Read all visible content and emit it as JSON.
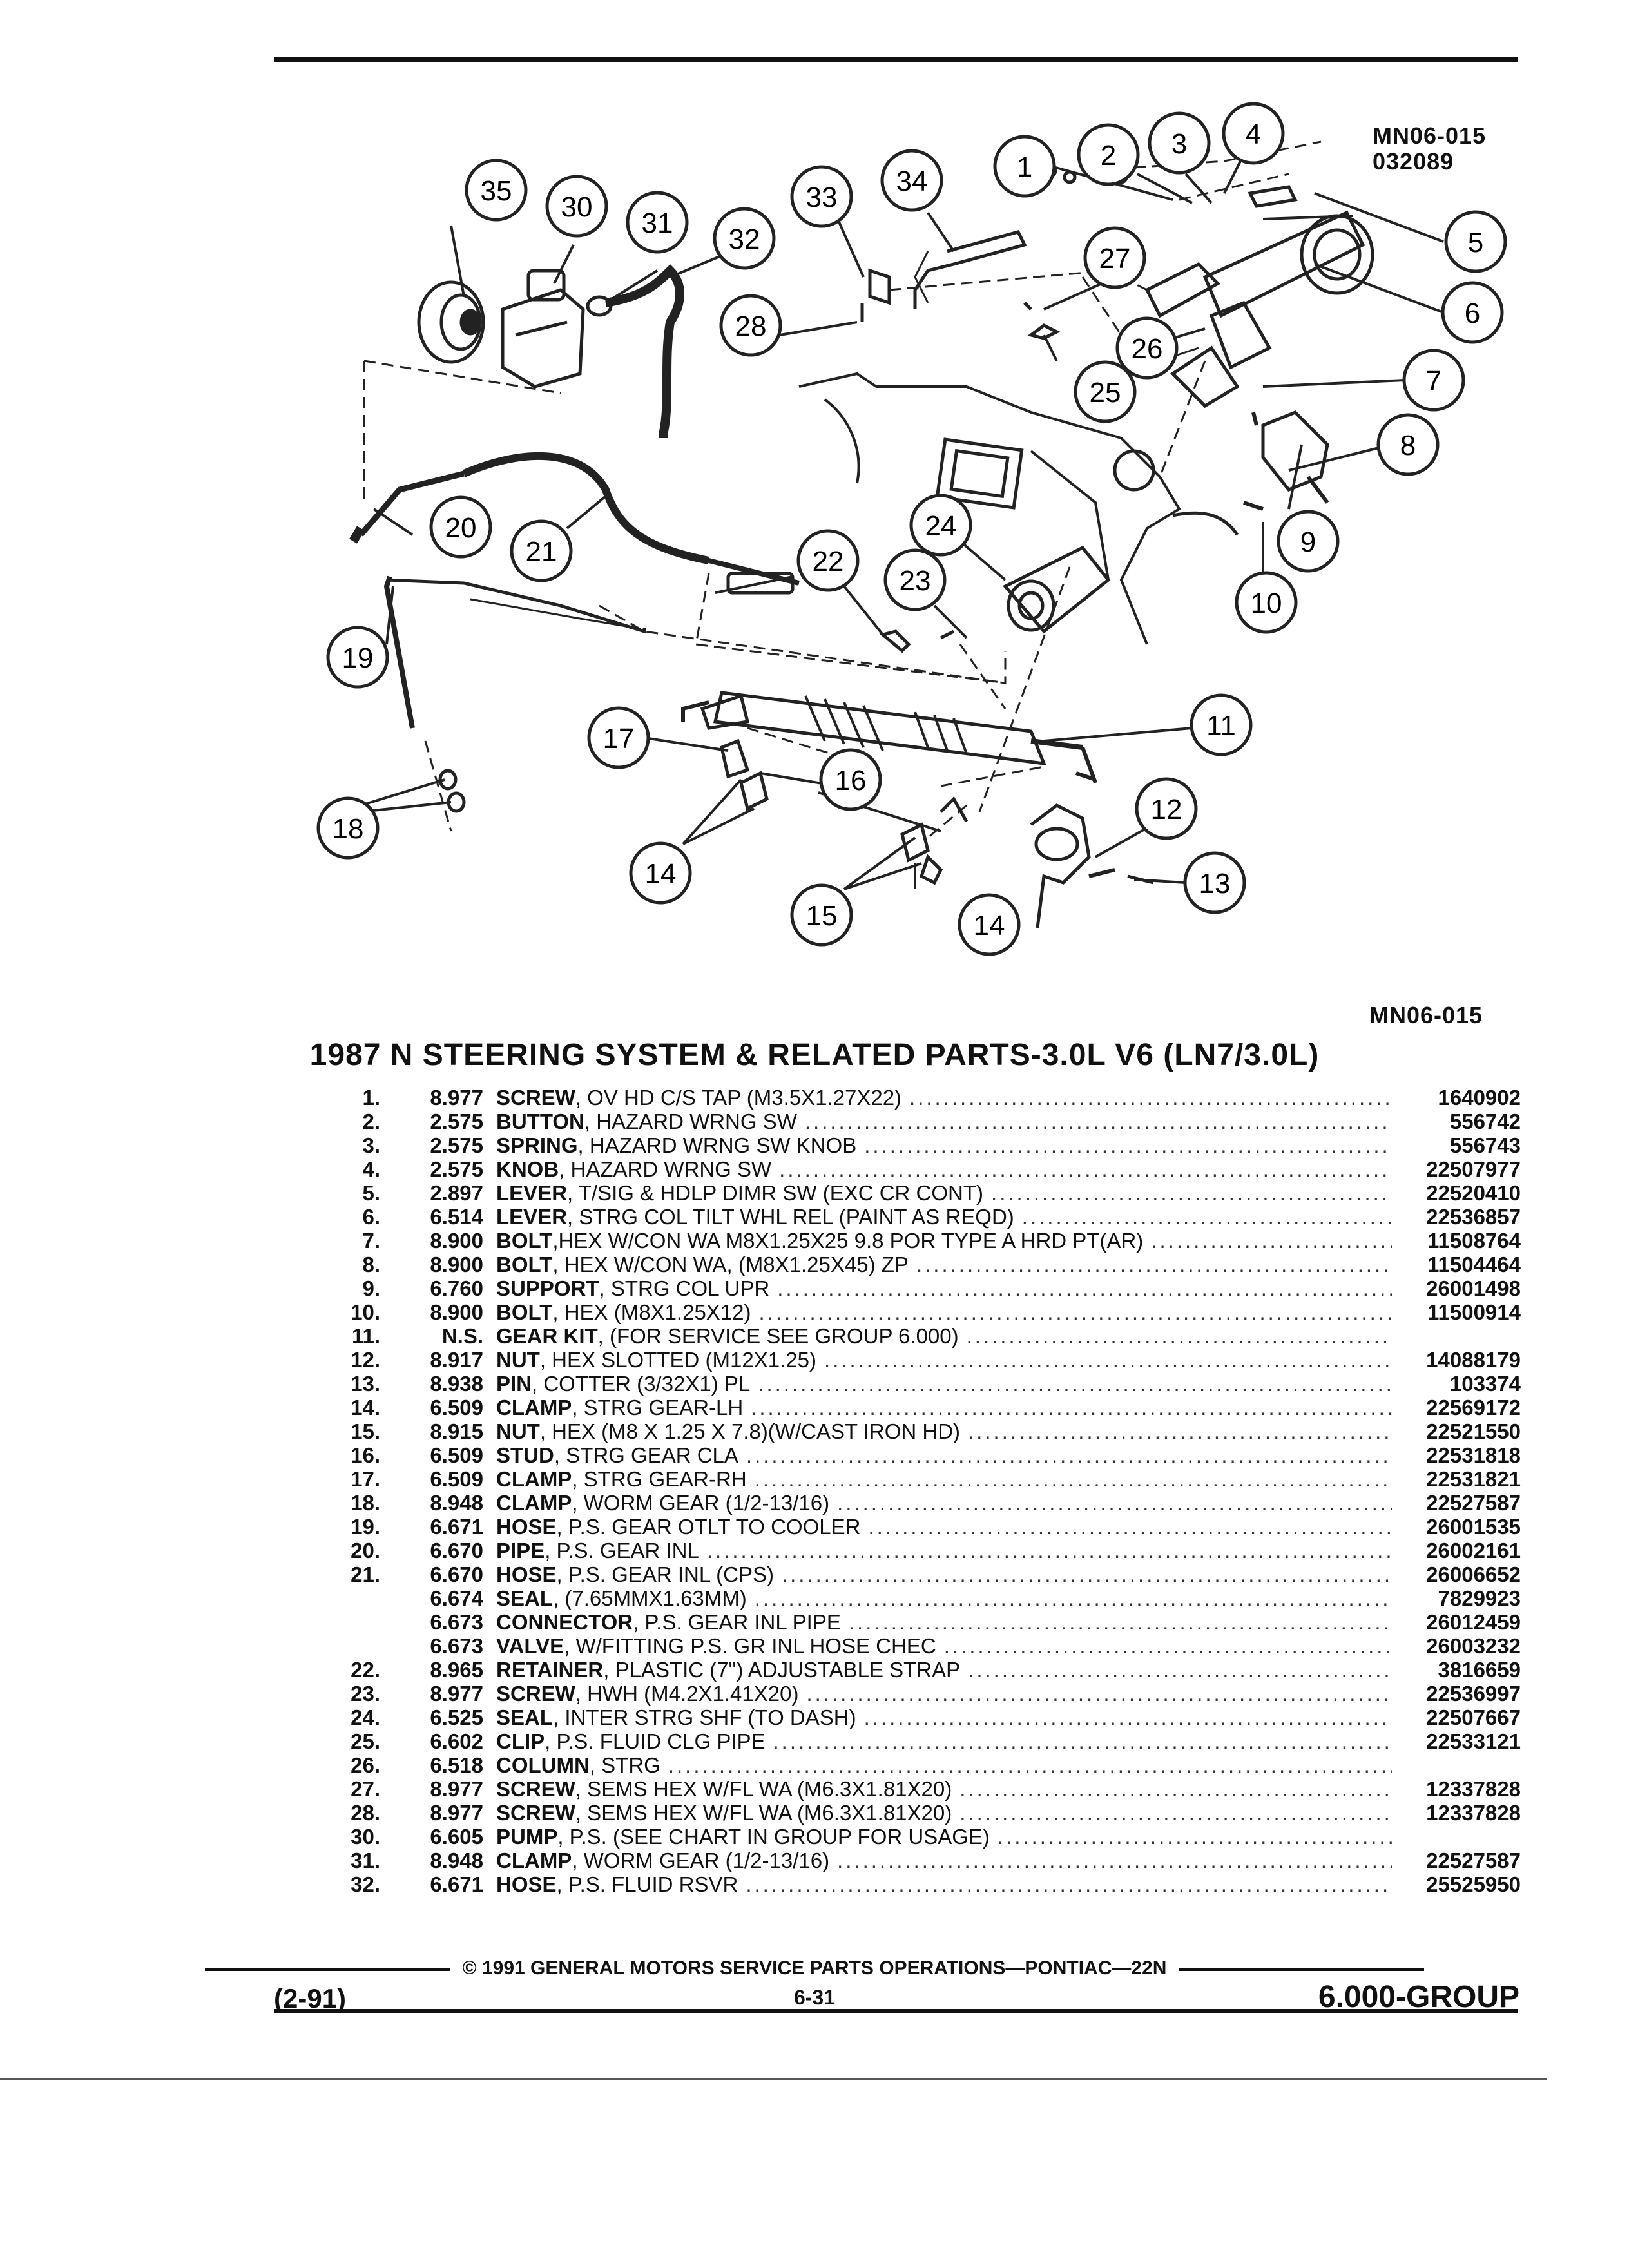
{
  "header": {
    "code_top_1": "MN06-015",
    "code_top_2": "032089",
    "code_bottom": "MN06-015"
  },
  "diagram": {
    "callouts": [
      "1",
      "2",
      "3",
      "4",
      "5",
      "6",
      "7",
      "8",
      "9",
      "10",
      "11",
      "12",
      "13",
      "14",
      "14",
      "15",
      "16",
      "17",
      "18",
      "19",
      "20",
      "21",
      "22",
      "23",
      "24",
      "25",
      "26",
      "27",
      "28",
      "30",
      "31",
      "32",
      "33",
      "34",
      "35"
    ]
  },
  "title": "1987 N STEERING SYSTEM & RELATED PARTS-3.0L V6 (LN7/3.0L)",
  "parts": [
    {
      "num": "1.",
      "group": "8.977",
      "name": "SCREW",
      "desc": ", OV HD C/S TAP (M3.5X1.27X22)",
      "part": "1640902"
    },
    {
      "num": "2.",
      "group": "2.575",
      "name": "BUTTON",
      "desc": ", HAZARD WRNG SW",
      "part": "556742"
    },
    {
      "num": "3.",
      "group": "2.575",
      "name": "SPRING",
      "desc": ", HAZARD WRNG SW KNOB",
      "part": "556743"
    },
    {
      "num": "4.",
      "group": "2.575",
      "name": "KNOB",
      "desc": ", HAZARD WRNG SW",
      "part": "22507977"
    },
    {
      "num": "5.",
      "group": "2.897",
      "name": "LEVER",
      "desc": ", T/SIG & HDLP DIMR SW (EXC CR CONT)",
      "part": "22520410"
    },
    {
      "num": "6.",
      "group": "6.514",
      "name": "LEVER",
      "desc": ", STRG COL TILT WHL REL (PAINT AS REQD)",
      "part": "22536857"
    },
    {
      "num": "7.",
      "group": "8.900",
      "name": "BOLT",
      "desc": ",HEX W/CON WA M8X1.25X25 9.8 POR TYPE A HRD PT(AR)",
      "part": "11508764"
    },
    {
      "num": "8.",
      "group": "8.900",
      "name": "BOLT",
      "desc": ", HEX W/CON WA, (M8X1.25X45) ZP",
      "part": "11504464"
    },
    {
      "num": "9.",
      "group": "6.760",
      "name": "SUPPORT",
      "desc": ", STRG COL UPR",
      "part": "26001498"
    },
    {
      "num": "10.",
      "group": "8.900",
      "name": "BOLT",
      "desc": ", HEX (M8X1.25X12)",
      "part": "11500914"
    },
    {
      "num": "11.",
      "group": "N.S.",
      "name": "GEAR KIT",
      "desc": ", (FOR SERVICE SEE GROUP 6.000)",
      "part": ""
    },
    {
      "num": "12.",
      "group": "8.917",
      "name": "NUT",
      "desc": ", HEX SLOTTED (M12X1.25)",
      "part": "14088179"
    },
    {
      "num": "13.",
      "group": "8.938",
      "name": "PIN",
      "desc": ", COTTER (3/32X1) PL",
      "part": "103374"
    },
    {
      "num": "14.",
      "group": "6.509",
      "name": "CLAMP",
      "desc": ", STRG GEAR-LH",
      "part": "22569172"
    },
    {
      "num": "15.",
      "group": "8.915",
      "name": "NUT",
      "desc": ", HEX (M8 X 1.25 X 7.8)(W/CAST IRON HD)",
      "part": "22521550"
    },
    {
      "num": "16.",
      "group": "6.509",
      "name": "STUD",
      "desc": ", STRG GEAR CLA",
      "part": "22531818"
    },
    {
      "num": "17.",
      "group": "6.509",
      "name": "CLAMP",
      "desc": ", STRG GEAR-RH",
      "part": "22531821"
    },
    {
      "num": "18.",
      "group": "8.948",
      "name": "CLAMP",
      "desc": ", WORM GEAR (1/2-13/16)",
      "part": "22527587"
    },
    {
      "num": "19.",
      "group": "6.671",
      "name": "HOSE",
      "desc": ", P.S. GEAR OTLT TO COOLER",
      "part": "26001535"
    },
    {
      "num": "20.",
      "group": "6.670",
      "name": "PIPE",
      "desc": ", P.S. GEAR INL",
      "part": "26002161"
    },
    {
      "num": "21.",
      "group": "6.670",
      "name": "HOSE",
      "desc": ", P.S. GEAR INL (CPS)",
      "part": "26006652"
    },
    {
      "num": "",
      "group": "6.674",
      "name": "SEAL",
      "desc": ", (7.65MMX1.63MM)",
      "part": "7829923"
    },
    {
      "num": "",
      "group": "6.673",
      "name": "CONNECTOR",
      "desc": ", P.S. GEAR INL PIPE",
      "part": "26012459"
    },
    {
      "num": "",
      "group": "6.673",
      "name": "VALVE",
      "desc": ", W/FITTING P.S. GR INL HOSE CHEC",
      "part": "26003232"
    },
    {
      "num": "22.",
      "group": "8.965",
      "name": "RETAINER",
      "desc": ", PLASTIC (7\") ADJUSTABLE STRAP",
      "part": "3816659"
    },
    {
      "num": "23.",
      "group": "8.977",
      "name": "SCREW",
      "desc": ", HWH (M4.2X1.41X20)",
      "part": "22536997"
    },
    {
      "num": "24.",
      "group": "6.525",
      "name": "SEAL",
      "desc": ", INTER STRG SHF (TO DASH)",
      "part": "22507667"
    },
    {
      "num": "25.",
      "group": "6.602",
      "name": "CLIP",
      "desc": ", P.S. FLUID CLG PIPE",
      "part": "22533121"
    },
    {
      "num": "26.",
      "group": "6.518",
      "name": "COLUMN",
      "desc": ", STRG",
      "part": ""
    },
    {
      "num": "27.",
      "group": "8.977",
      "name": "SCREW",
      "desc": ", SEMS HEX W/FL WA (M6.3X1.81X20)",
      "part": "12337828"
    },
    {
      "num": "28.",
      "group": "8.977",
      "name": "SCREW",
      "desc": ", SEMS HEX W/FL WA (M6.3X1.81X20)",
      "part": "12337828"
    },
    {
      "num": "30.",
      "group": "6.605",
      "name": "PUMP",
      "desc": ", P.S. (SEE CHART IN GROUP FOR USAGE)",
      "part": ""
    },
    {
      "num": "31.",
      "group": "8.948",
      "name": "CLAMP",
      "desc": ", WORM GEAR (1/2-13/16)",
      "part": "22527587"
    },
    {
      "num": "32.",
      "group": "6.671",
      "name": "HOSE",
      "desc": ", P.S. FLUID RSVR",
      "part": "25525950"
    }
  ],
  "footer": {
    "copyright": "© 1991 GENERAL MOTORS SERVICE PARTS OPERATIONS—PONTIAC—22N",
    "date_code": "(2-91)",
    "page": "6-31",
    "group": "6.000-GROUP"
  }
}
